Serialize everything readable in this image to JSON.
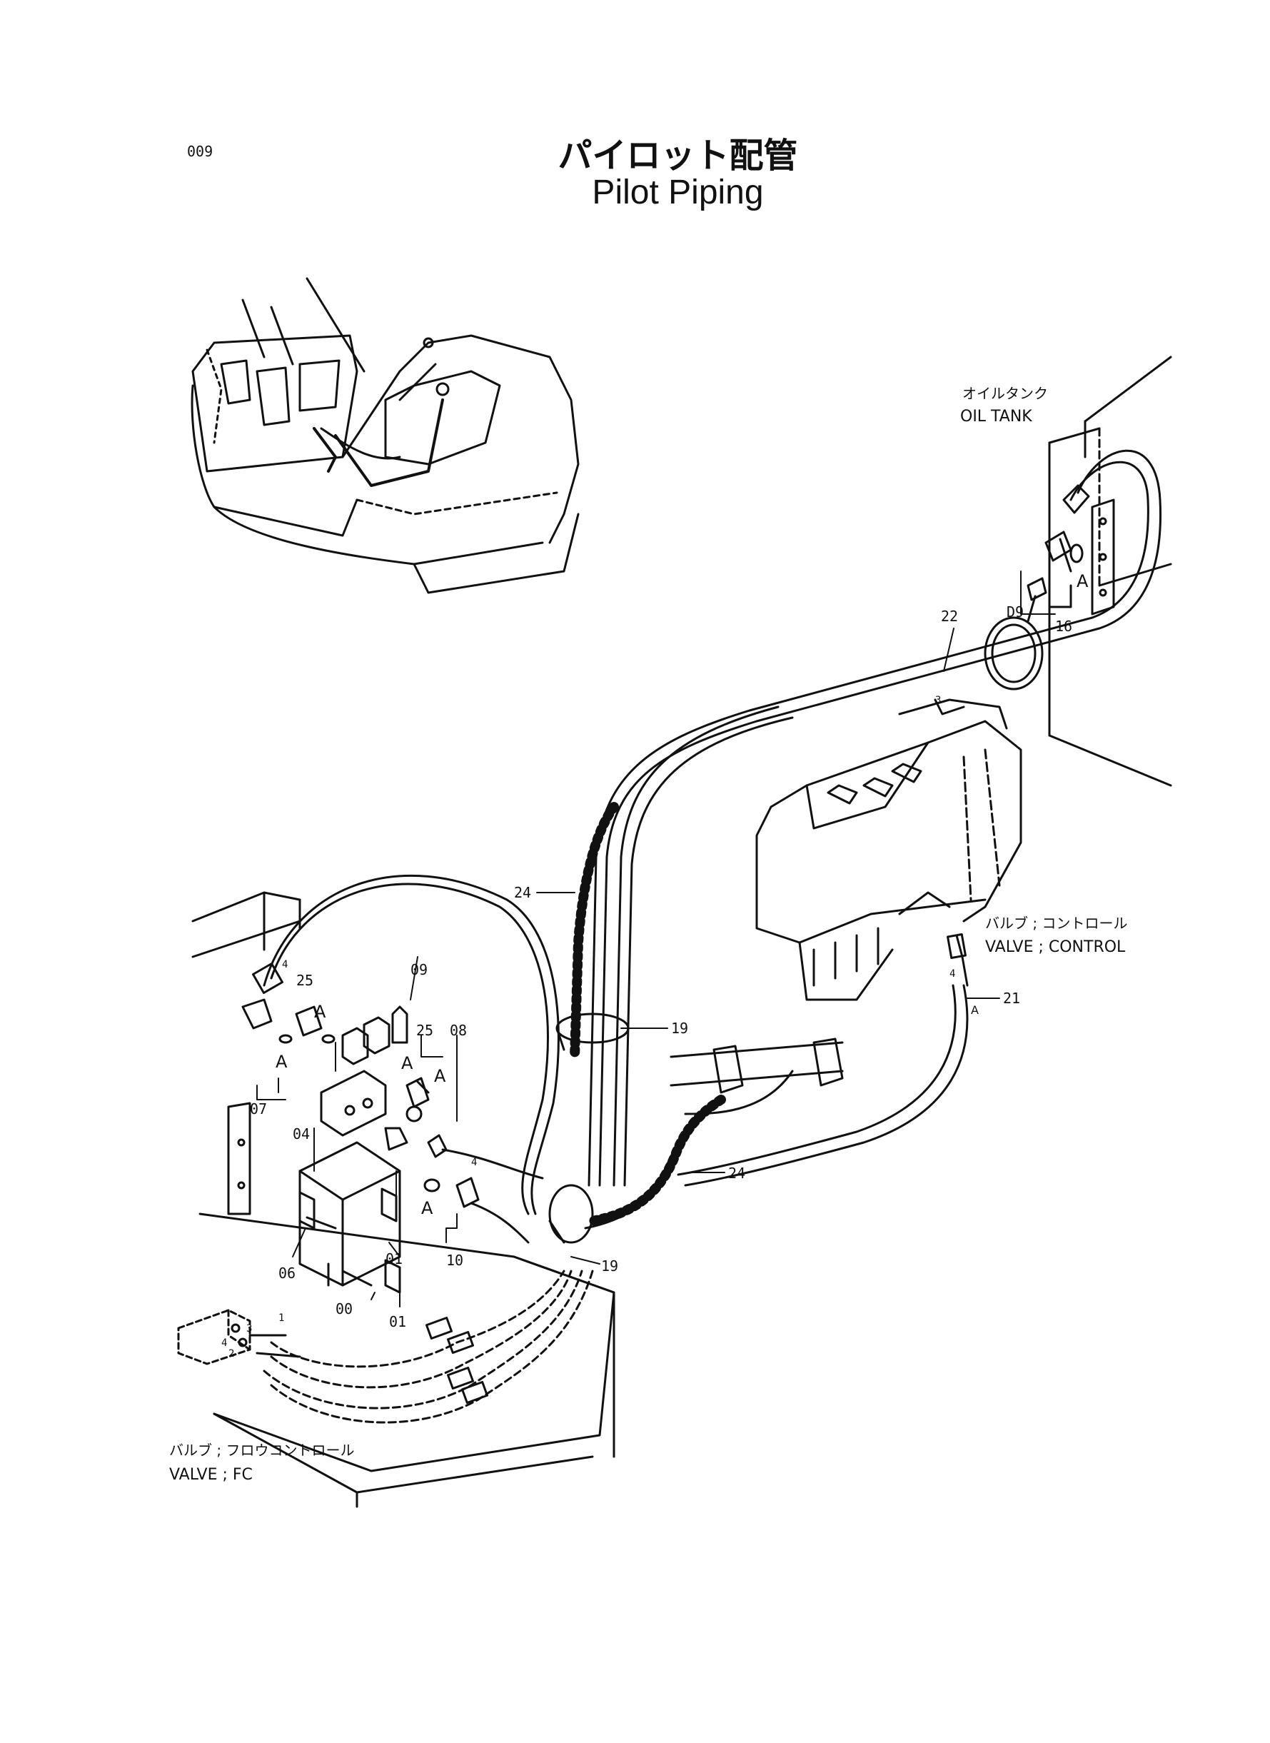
{
  "header": {
    "page_number": "009",
    "title_jp": "パイロット配管",
    "title_en": "Pilot Piping"
  },
  "callouts": {
    "oil_tank_jp": "オイルタンク",
    "oil_tank_en": "OIL TANK",
    "valve_control_jp": "バルブ ; コントロール",
    "valve_control_en": "VALVE ; CONTROL",
    "valve_fc_jp": "バルブ ; フロウコントロール",
    "valve_fc_en": "VALVE ; FC"
  },
  "part_numbers": {
    "p00": "00",
    "p01a": "01",
    "p01b": "01",
    "p04": "04",
    "p06": "06",
    "p07": "07",
    "p08": "08",
    "p09": "09",
    "p10": "10",
    "p16": "16",
    "p19a": "19",
    "p19b": "19",
    "p21": "21",
    "p22": "22",
    "p24a": "24",
    "p24b": "24",
    "p25a": "25",
    "p25b": "25",
    "d9": "D9"
  },
  "detail_marks": {
    "a1": "A",
    "a2": "A",
    "a3": "A",
    "a4": "A",
    "a5": "A",
    "a6": "A",
    "a7": "A"
  },
  "port_numbers": {
    "n4a": "4",
    "n4b": "4",
    "n4c": "4",
    "n3": "3",
    "n1": "1",
    "n2": "2",
    "n3b": "3",
    "n4d": "4"
  }
}
